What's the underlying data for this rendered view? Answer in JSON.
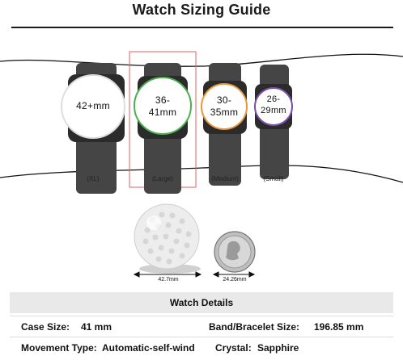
{
  "title": "Watch Sizing Guide",
  "watches": [
    {
      "size_line1": "42+mm",
      "size_line2": "",
      "label": "(XL)",
      "ring_color": "#dddddd"
    },
    {
      "size_line1": "36-",
      "size_line2": "41mm",
      "label": "(Large)",
      "ring_color": "#4caf50"
    },
    {
      "size_line1": "30-",
      "size_line2": "35mm",
      "label": "(Medium)",
      "ring_color": "#e8963a"
    },
    {
      "size_line1": "26-",
      "size_line2": "29mm",
      "label": "(Small)",
      "ring_color": "#7b4fa8"
    }
  ],
  "highlight_color": "#e06060",
  "comparison": {
    "golf_ball": "42.7mm",
    "coin": "24.26mm"
  },
  "details": {
    "heading": "Watch Details",
    "rows": [
      {
        "label1": "Case Size:",
        "value1": "41 mm",
        "label2": "Band/Bracelet Size:",
        "value2": "196.85 mm"
      },
      {
        "label1": "Movement Type:",
        "value1": "Automatic-self-wind",
        "label2": "Crystal:",
        "value2": "Sapphire"
      }
    ]
  }
}
